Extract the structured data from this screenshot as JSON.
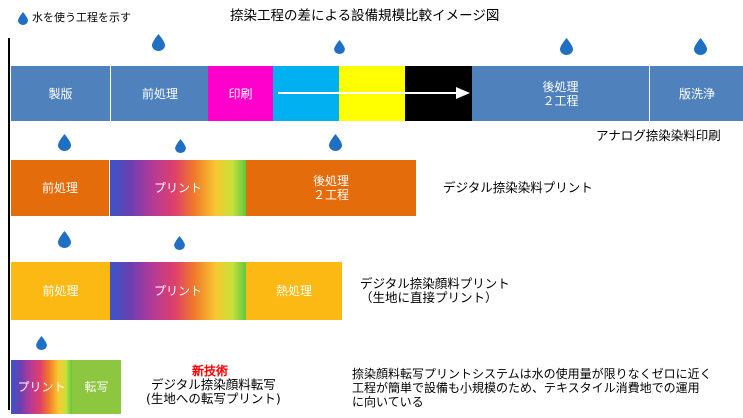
{
  "legend": {
    "icon": "water-drop-icon",
    "text": "水を使う工程を示す"
  },
  "title": "捺染工程の差による設備規模比較イメージ図",
  "colors": {
    "blue": "#4f81bd",
    "orange": "#e46c0a",
    "gold": "#fdb913",
    "magenta": "#ff00cc",
    "cyan": "#00b0f0",
    "yellow": "#ffff00",
    "black": "#000000",
    "green": "#8dc63f",
    "drop": "#1f6fc2",
    "red": "#ff0000"
  },
  "analog": {
    "steps": {
      "plate": "製版",
      "pre": "前処理",
      "print": "印刷",
      "post": "後処理\n２工程",
      "wash": "版洗浄"
    },
    "label": "アナログ捺染染料印刷"
  },
  "digital_dye": {
    "steps": {
      "pre": "前処理",
      "print": "プリント",
      "post": "後処理\n２工程"
    },
    "label": "デジタル捺染染料プリント"
  },
  "digital_pigment": {
    "steps": {
      "pre": "前処理",
      "print": "プリント",
      "heat": "熱処理"
    },
    "label": "デジタル捺染顔料プリント\n（生地に直接プリント）"
  },
  "transfer": {
    "steps": {
      "print": "プリント",
      "transfer": "転写"
    },
    "new_tech": "新技術",
    "label": "デジタル捺染顔料転写\n(生地への転写プリント)",
    "note": "捺染顔料転写プリントシステムは水の使用量が限りなくゼロに近く\n工程が簡単で設備も小規模のため、テキスタイル消費地での運用\nに向いている"
  }
}
